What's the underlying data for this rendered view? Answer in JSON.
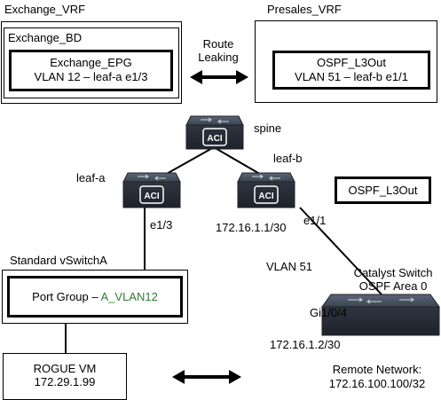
{
  "vrfs": {
    "exchange_vrf": "Exchange_VRF",
    "presales_vrf": "Presales_VRF"
  },
  "exchange_bd": "Exchange_BD",
  "exchange_epg": {
    "name": "Exchange_EPG",
    "detail": "VLAN 12 – leaf-a e1/3"
  },
  "route_leaking": {
    "line1": "Route",
    "line2": "Leaking"
  },
  "ospf_l3out_box": {
    "name": "OSPF_L3Out",
    "detail": "VLAN 51 – leaf-b e1/1"
  },
  "switches": {
    "spine": "spine",
    "leaf_a": "leaf-a",
    "leaf_b": "leaf-b",
    "aci_badge": "ACI"
  },
  "ospf_l3out_label": "OSPF_L3Out",
  "interfaces": {
    "leaf_a_port": "e1/3",
    "leaf_b_port": "e1/1",
    "leaf_b_ip": "172.16.1.1/30",
    "catalyst_port": "Gi1/0/4",
    "catalyst_ip": "172.16.1.2/30"
  },
  "vlan_link": "VLAN 51",
  "catalyst": {
    "line1": "Catalyst Switch",
    "line2": "OSPF Area 0"
  },
  "vswitch": {
    "title": "Standard vSwitchA",
    "port_group_prefix": "Port Group – ",
    "port_group_name": "A_VLAN12",
    "port_group_color": "#2e7d32"
  },
  "rogue_vm": {
    "name": "ROGUE VM",
    "ip": "172.29.1.99"
  },
  "remote_network": {
    "line1": "Remote Network:",
    "line2": "172.16.100.100/32"
  }
}
